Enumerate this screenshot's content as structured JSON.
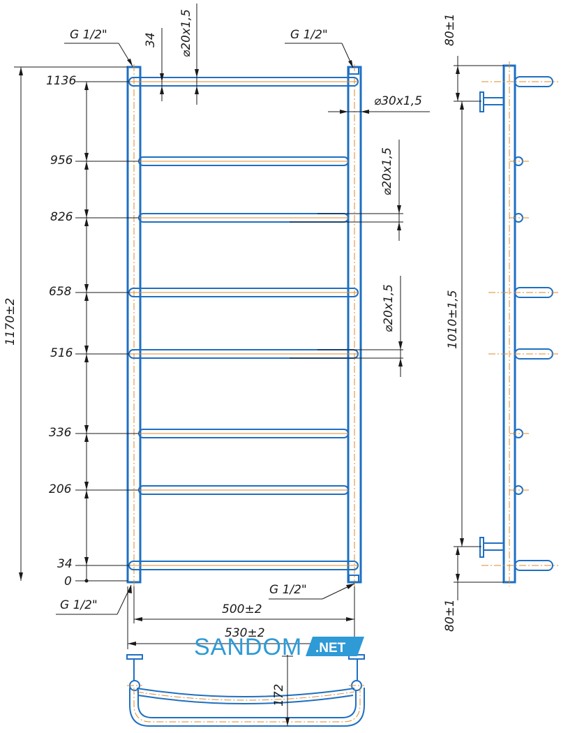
{
  "front_view": {
    "rung_labels": [
      "1136",
      "956",
      "826",
      "658",
      "516",
      "336",
      "206",
      "34",
      "0"
    ],
    "height_overall": "1170±2",
    "top_offset": "34",
    "pipe_rung_top": "⌀20x1,5",
    "pipe_rung_mid1": "⌀20x1,5",
    "pipe_rung_mid2": "⌀20x1,5",
    "pipe_side": "⌀30x1,5",
    "thread_top_left": "G 1/2\"",
    "thread_top_right": "G 1/2\"",
    "thread_bottom_left": "G 1/2\"",
    "thread_bottom_right": "G 1/2\"",
    "width_axis": "500±2",
    "width_overall": "530±2"
  },
  "side_view": {
    "top_offset": "80±1",
    "bottom_offset": "80±1",
    "mount_distance": "1010±1,5"
  },
  "plan_view": {
    "depth": "172"
  },
  "watermark": {
    "brand": "SANDOM",
    "suffix": ".NET"
  }
}
